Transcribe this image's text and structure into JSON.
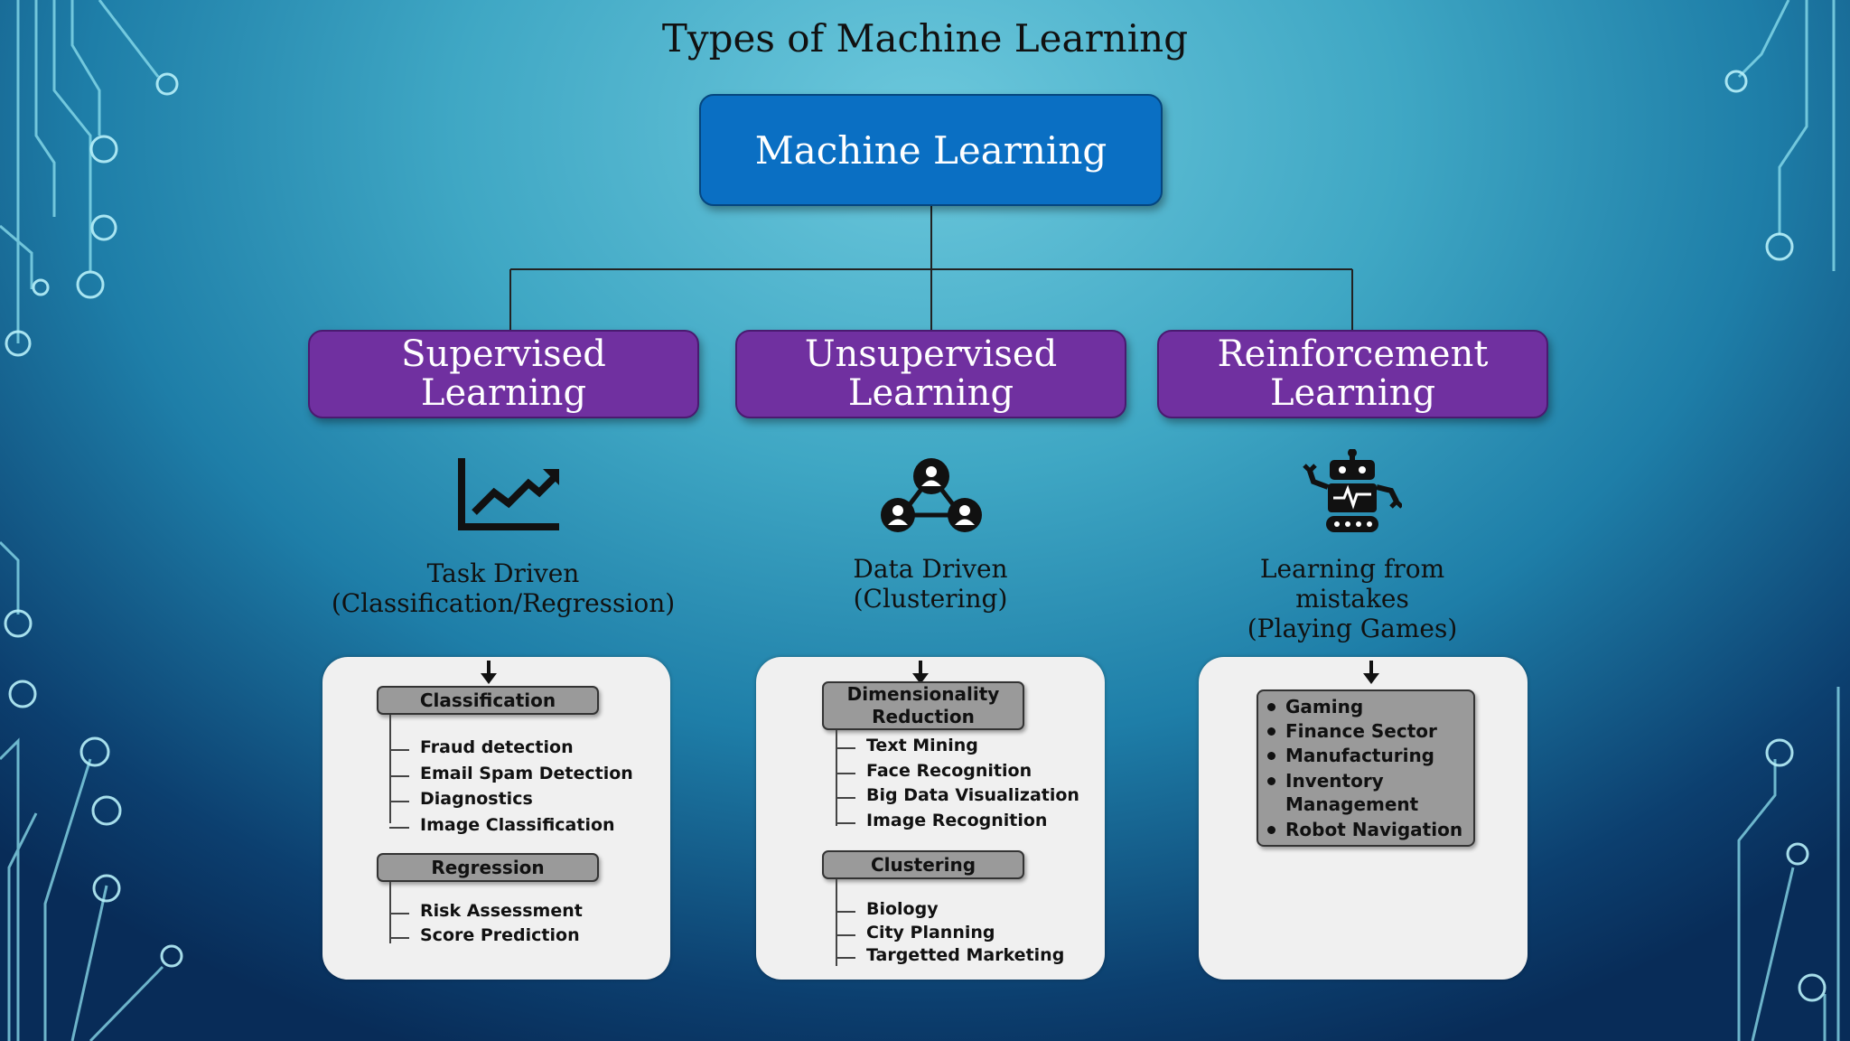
{
  "title": "Types of Machine Learning",
  "root": {
    "label": "Machine Learning"
  },
  "colors": {
    "root": "#0a6fc3",
    "category": "#7030a0",
    "panel": "#f0f0f0",
    "header": "#9a9a9a"
  },
  "categories": [
    {
      "lines": [
        "Supervised",
        "Learning"
      ],
      "icon": "line-chart-icon",
      "desc": [
        "Task Driven",
        "(Classification/Regression)"
      ],
      "groups": [
        {
          "header": [
            "Classification"
          ],
          "items": [
            "Fraud detection",
            "Email Spam Detection",
            "Diagnostics",
            "Image Classification"
          ]
        },
        {
          "header": [
            "Regression"
          ],
          "items": [
            "Risk Assessment",
            "Score Prediction"
          ]
        }
      ]
    },
    {
      "lines": [
        "Unsupervised",
        "Learning"
      ],
      "icon": "user-cluster-icon",
      "desc": [
        "Data Driven",
        "(Clustering)"
      ],
      "groups": [
        {
          "header": [
            "Dimensionality",
            "Reduction"
          ],
          "items": [
            "Text Mining",
            "Face Recognition",
            "Big Data Visualization",
            "Image Recognition"
          ]
        },
        {
          "header": [
            "Clustering"
          ],
          "items": [
            "Biology",
            "City Planning",
            "Targetted Marketing"
          ]
        }
      ]
    },
    {
      "lines": [
        "Reinforcement",
        "Learning"
      ],
      "icon": "robot-icon",
      "desc": [
        "Learning from",
        "mistakes",
        "(Playing Games)"
      ],
      "bullets": [
        [
          "Gaming"
        ],
        [
          "Finance Sector"
        ],
        [
          "Manufacturing"
        ],
        [
          "Inventory",
          "Management"
        ],
        [
          "Robot Navigation"
        ]
      ]
    }
  ]
}
